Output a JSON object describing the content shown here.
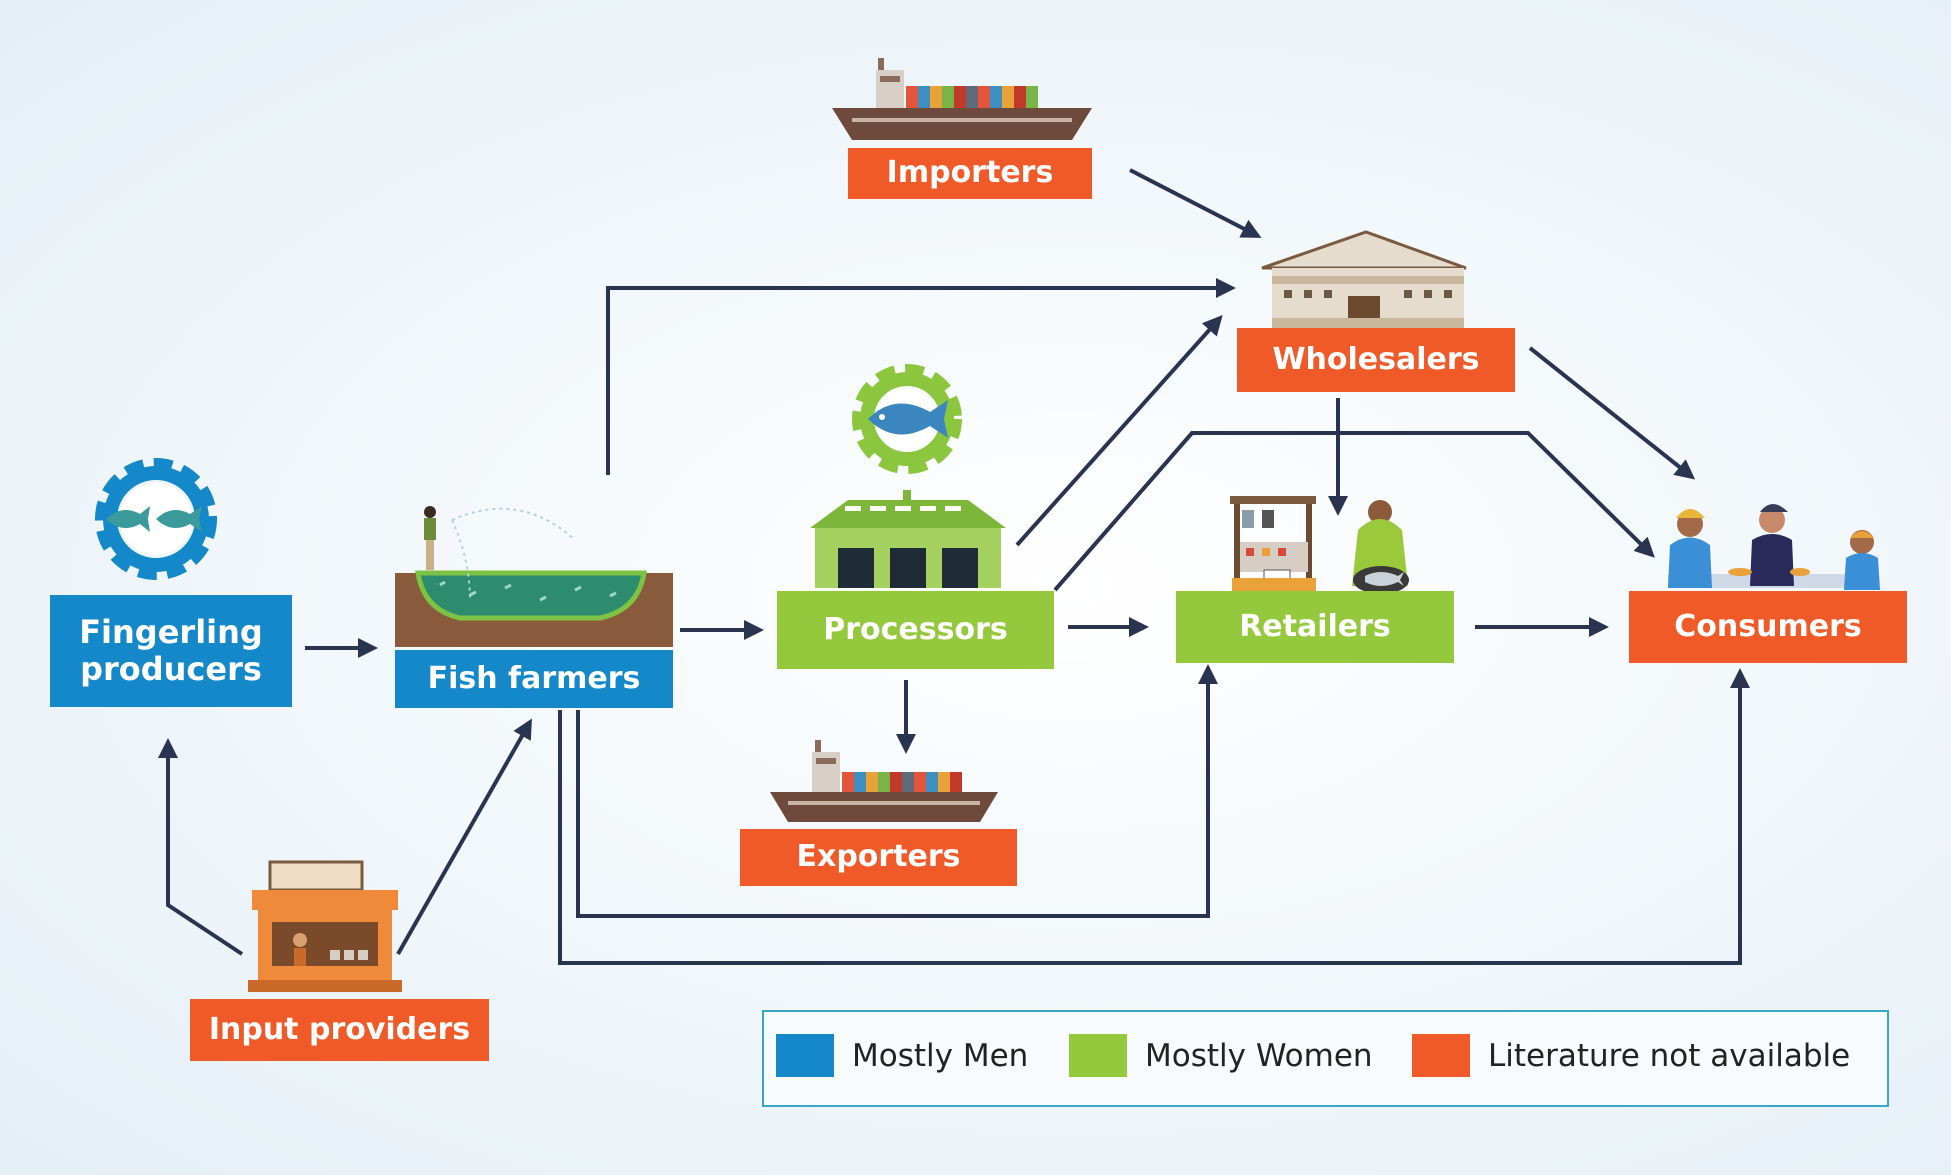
{
  "colors": {
    "men": "#1488c8",
    "women": "#95c93d",
    "na": "#ef5a28",
    "arrow": "#2a3450"
  },
  "nodes": {
    "importers": "Importers",
    "wholesalers": "Wholesalers",
    "fingerling_producers": "Fingerling producers",
    "fish_farmers": "Fish farmers",
    "processors": "Processors",
    "retailers": "Retailers",
    "consumers": "Consumers",
    "exporters": "Exporters",
    "input_providers": "Input providers"
  },
  "icons": {
    "importers": "cargo-ship-icon",
    "wholesalers": "warehouse-icon",
    "fingerling_producers": "gear-fish-icon",
    "fish_farmers": "fish-pond-icon",
    "processors": "processing-plant-icon",
    "retailers": "market-stall-icon",
    "consumers": "people-eating-icon",
    "exporters": "cargo-ship-icon",
    "input_providers": "shop-kiosk-icon"
  },
  "legend": {
    "men": "Mostly Men",
    "women": "Mostly Women",
    "na": "Literature not available"
  }
}
